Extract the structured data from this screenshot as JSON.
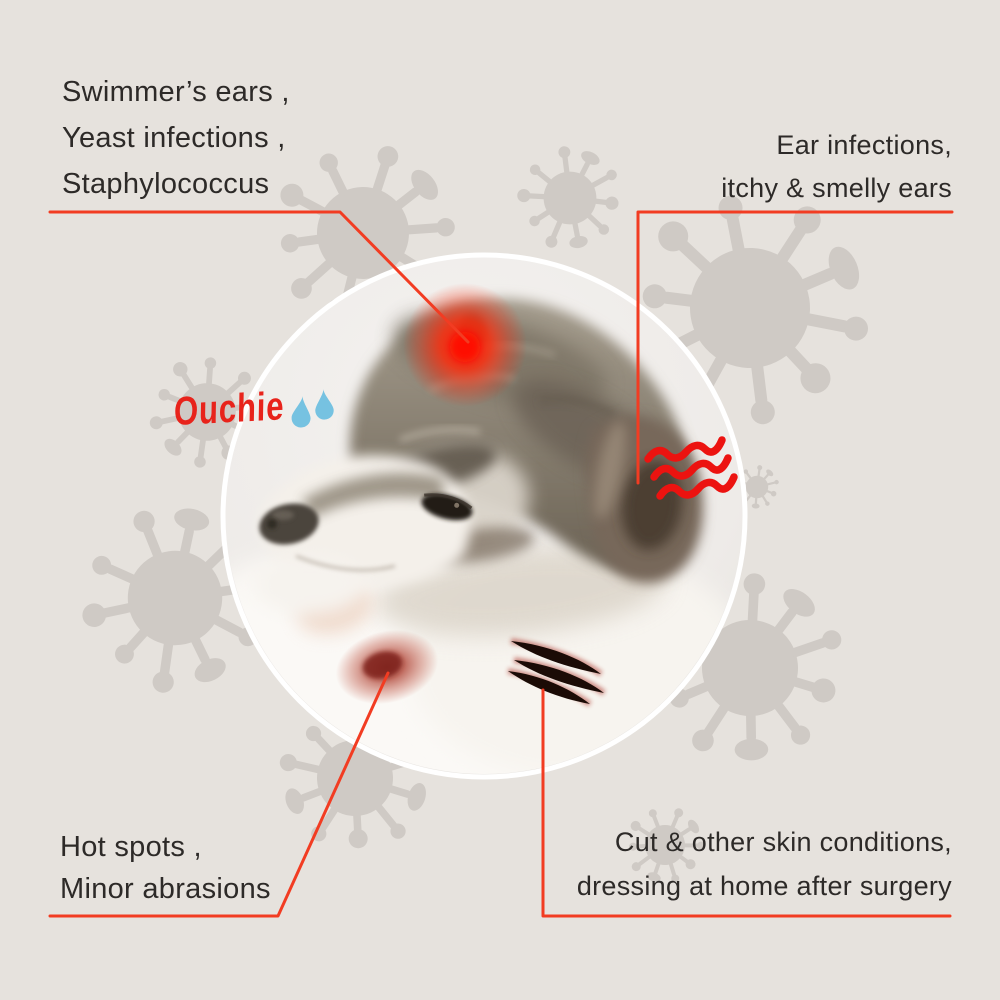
{
  "page": {
    "background_color": "#e6e2dd",
    "photo_ring_color": "#ffffff"
  },
  "palette": {
    "callout_red": "#f23c22",
    "marker_red": "#ec1310",
    "glow_red": "#ff1c00",
    "hotspot_red": "#8f3026",
    "scratch_dark": "#1b0b06",
    "tear_blue": "#76c2e1",
    "virus_gray": "#cfcac5",
    "text_color": "#2d2a28",
    "ouchie_red": "#e8231b"
  },
  "annotations": {
    "top_left": {
      "line1": "Swimmer’s ears ,",
      "line2": "Yeast  infections ,",
      "line3": "Staphylococcus"
    },
    "top_right": {
      "line1": "Ear infections,",
      "line2": "itchy & smelly ears"
    },
    "bottom_left": {
      "line1": "Hot spots ,",
      "line2": "Minor abrasions"
    },
    "bottom_right": {
      "line1": "Cut & other skin conditions,",
      "line2": "dressing at home after surgery"
    }
  },
  "sticker": {
    "ouchie_label": "Ouchie"
  },
  "icons": {
    "virus": "virus-germ-icon",
    "tears": "tear-drops-icon",
    "squiggles": "ear-irritation-waves-icon",
    "scratches": "scratch-marks-icon",
    "sore_glow": "sore-spot-glow-icon",
    "hot_spot": "hot-spot-icon"
  }
}
